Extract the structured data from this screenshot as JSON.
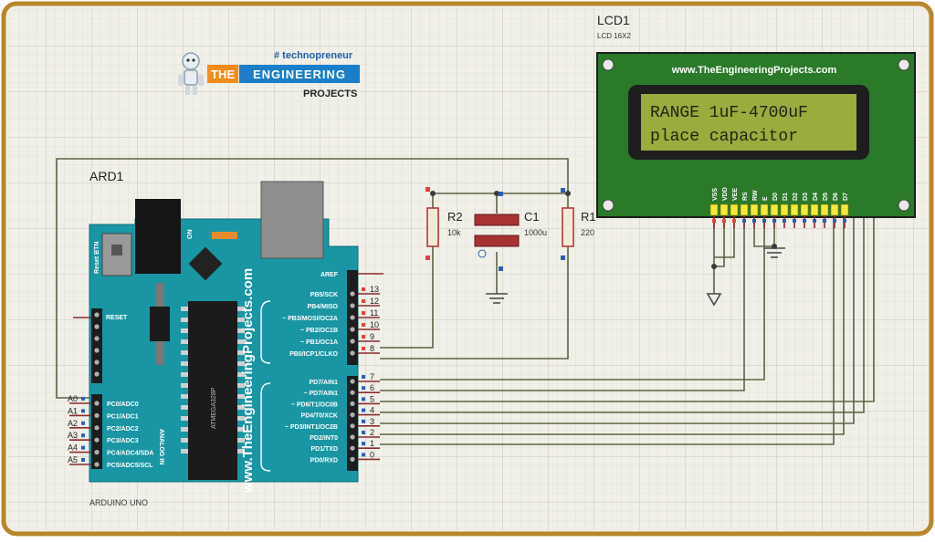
{
  "watermark": {
    "tagline": "# technopreneur",
    "the": "THE",
    "engineering": "ENGINEERING",
    "projects": "PROJECTS"
  },
  "arduino": {
    "ref": "ARD1",
    "value": "ARDUINO UNO",
    "site_text": "www.TheEngineeringProjects.com",
    "reset_btn": "Reset BTN",
    "on": "ON",
    "reset": "RESET",
    "analog_in": "ANALOG IN",
    "chip": "ATMEGA328P",
    "aref": "AREF",
    "right_pins": [
      {
        "label": "PB5/SCK",
        "num": "13"
      },
      {
        "label": "PB4/MISO",
        "num": "12"
      },
      {
        "label": "~ PB3/MOSI/OC2A",
        "num": "11"
      },
      {
        "label": "~ PB2/OC1B",
        "num": "10"
      },
      {
        "label": "~ PB1/OC1A",
        "num": "9"
      },
      {
        "label": "PB0/ICP1/CLKO",
        "num": "8"
      },
      {
        "label": "PD7/AIN1",
        "num": "7"
      },
      {
        "label": "~ PD7/AIN1",
        "num": "6"
      },
      {
        "label": "~ PD6/T1/OC0B",
        "num": "5"
      },
      {
        "label": "PD4/T0/XCK",
        "num": "4"
      },
      {
        "label": "~ PD3/INT1/OC2B",
        "num": "3"
      },
      {
        "label": "PD2/INT0",
        "num": "2"
      },
      {
        "label": "PD1/TXD",
        "num": "1"
      },
      {
        "label": "PD0/RXD",
        "num": "0"
      }
    ],
    "analog_pins": [
      {
        "label": "PC0/ADC0",
        "num": "A0"
      },
      {
        "label": "PC1/ADC1",
        "num": "A1"
      },
      {
        "label": "PC2/ADC2",
        "num": "A2"
      },
      {
        "label": "PC3/ADC3",
        "num": "A3"
      },
      {
        "label": "PC4/ADC4/SDA",
        "num": "A4"
      },
      {
        "label": "PC5/ADC5/SCL",
        "num": "A5"
      }
    ]
  },
  "lcd": {
    "ref": "LCD1",
    "model": "LCD 16X2",
    "header": "www.TheEngineeringProjects.com",
    "line1": "RANGE 1uF-4700uF",
    "line2": "place capacitor",
    "pins": [
      "VSS",
      "VDD",
      "VEE",
      "RS",
      "RW",
      "E",
      "D0",
      "D1",
      "D2",
      "D3",
      "D4",
      "D5",
      "D6",
      "D7"
    ]
  },
  "components": {
    "r2_ref": "R2",
    "r2_value": "10k",
    "c1_ref": "C1",
    "c1_value": "1000u",
    "r1_ref": "R1",
    "r1_value": "220"
  },
  "colors": {
    "frame_border": "#b8862b",
    "grid_bg": "#f1f0e8",
    "grid_line": "#cfcfc5",
    "board": "#1a95a3",
    "lcd_body": "#2a7a2a",
    "lcd_screen": "#9bab3e",
    "wire": "#555a3a"
  }
}
